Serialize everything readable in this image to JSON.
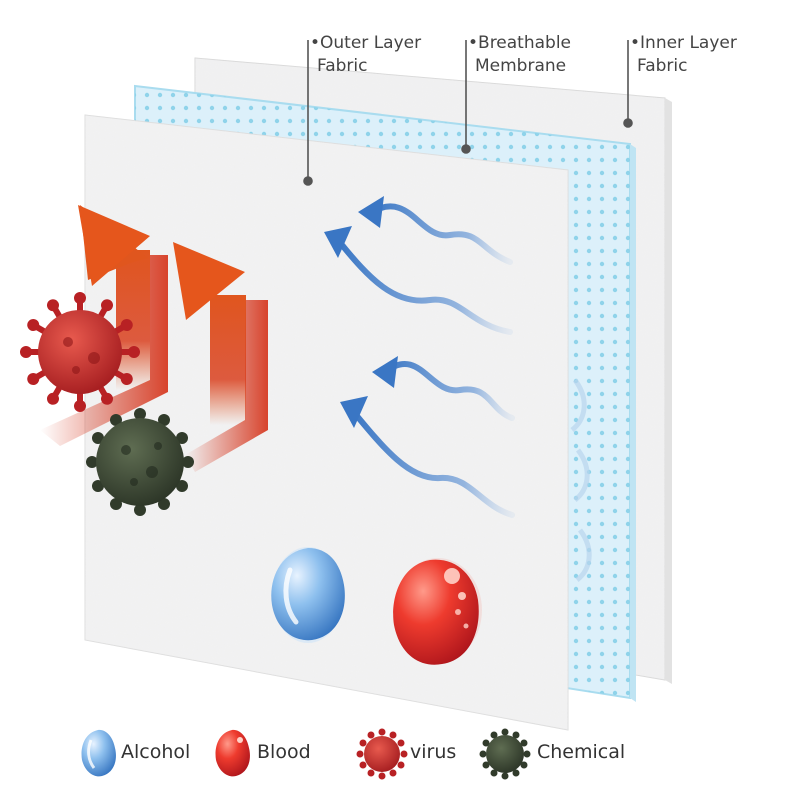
{
  "layers": [
    {
      "line1": "•Outer Layer",
      "line2": "Fabric"
    },
    {
      "line1": "•Breathable",
      "line2": "Membrane"
    },
    {
      "line1": "•Inner Layer",
      "line2": "Fabric"
    }
  ],
  "legend": {
    "alcohol": "Alcohol",
    "blood": "Blood",
    "virus": "virus",
    "chemical": "Chemical"
  },
  "colors": {
    "virus_red": "#c8282a",
    "chemical_dark": "#3e4a36",
    "arrow_orange": "#e0561e",
    "airflow_blue": "#3a76c4",
    "alcohol_blue": "#6aa6de",
    "blood_red": "#e23a30",
    "membrane_blue": "#d8eef8",
    "membrane_dots": "#8fd3ea"
  }
}
